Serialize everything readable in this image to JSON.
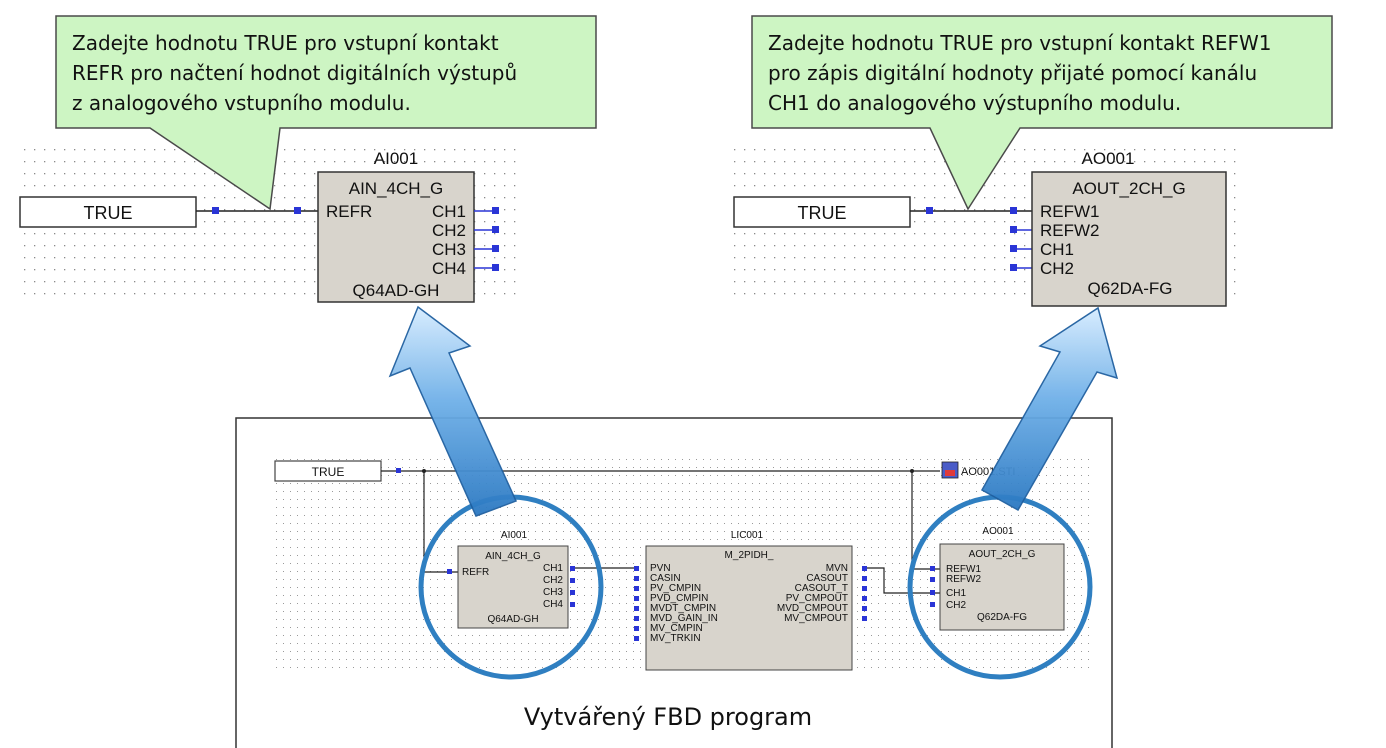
{
  "callouts": {
    "left": {
      "lines": [
        "Zadejte hodnotu TRUE pro vstupní kontakt",
        "REFR pro načtení hodnot digitálních výstupů",
        "z analogového vstupního modulu."
      ]
    },
    "right": {
      "lines": [
        "Zadejte hodnotu TRUE pro vstupní kontakt REFW1",
        "pro zápis digitální hodnoty přijaté pomocí kanálu",
        "CH1 do analogového výstupního modulu."
      ]
    }
  },
  "detail_left": {
    "const_value": "TRUE",
    "block_instance": "AI001",
    "block_type": "AIN_4CH_G",
    "input": "REFR",
    "outputs": [
      "CH1",
      "CH2",
      "CH3",
      "CH4"
    ],
    "module": "Q64AD-GH"
  },
  "detail_right": {
    "const_value": "TRUE",
    "block_instance": "AO001",
    "block_type": "AOUT_2CH_G",
    "inputs": [
      "REFW1",
      "REFW2",
      "CH1",
      "CH2"
    ],
    "module": "Q62DA-FG"
  },
  "fbd": {
    "const_value": "TRUE",
    "ai": {
      "instance": "AI001",
      "type": "AIN_4CH_G",
      "input": "REFR",
      "outputs": [
        "CH1",
        "CH2",
        "CH3",
        "CH4"
      ],
      "module": "Q64AD-GH"
    },
    "pid": {
      "instance": "LIC001",
      "type": "M_2PIDH_",
      "inputs": [
        "PVN",
        "CASIN",
        "PV_CMPIN",
        "PVD_CMPIN",
        "MVDT_CMPIN",
        "MVD_GAIN_IN",
        "MV_CMPIN",
        "MV_TRKIN"
      ],
      "outputs": [
        "MVN",
        "CASOUT",
        "CASOUT_T",
        "PV_CMPOUT",
        "MVD_CMPOUT",
        "MV_CMPOUT"
      ]
    },
    "ao": {
      "instance": "AO001",
      "type": "AOUT_2CH_G",
      "inputs": [
        "REFW1",
        "REFW2",
        "CH1",
        "CH2"
      ],
      "module": "Q62DA-FG"
    },
    "status_tag": "AO001.STI",
    "caption": "Vytvářený FBD program"
  },
  "colors": {
    "callout_fill": "#cdf5c3",
    "callout_stroke": "#4a4a4a",
    "block_fill": "#d8d4cc",
    "pin_blue": "#2a35d6",
    "zoom_circle": "#2f7fc1",
    "arrow_fill": "#3a8fd4"
  }
}
